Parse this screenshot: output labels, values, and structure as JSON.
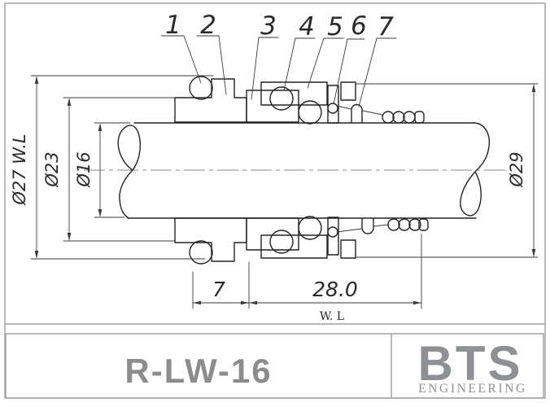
{
  "part_labels": [
    "1",
    "2",
    "3",
    "4",
    "5",
    "6",
    "7"
  ],
  "dimensions": {
    "d27": "Ø27 W.L",
    "d23": "Ø23",
    "d16": "Ø16",
    "d29": "Ø29",
    "width_seat": "7",
    "width_working": "28.0",
    "working_length_note": "W. L"
  },
  "title_block": {
    "model": "R-LW-16",
    "brand": "BTS",
    "brand_sub": "ENGINEERING"
  },
  "colors": {
    "line": "#222222",
    "dim_line": "#3a3a3a",
    "centerline": "#8a8a8a",
    "frame": "#9aa0a3",
    "title_text": "#8c8c8c",
    "logo": "#8d9196"
  }
}
